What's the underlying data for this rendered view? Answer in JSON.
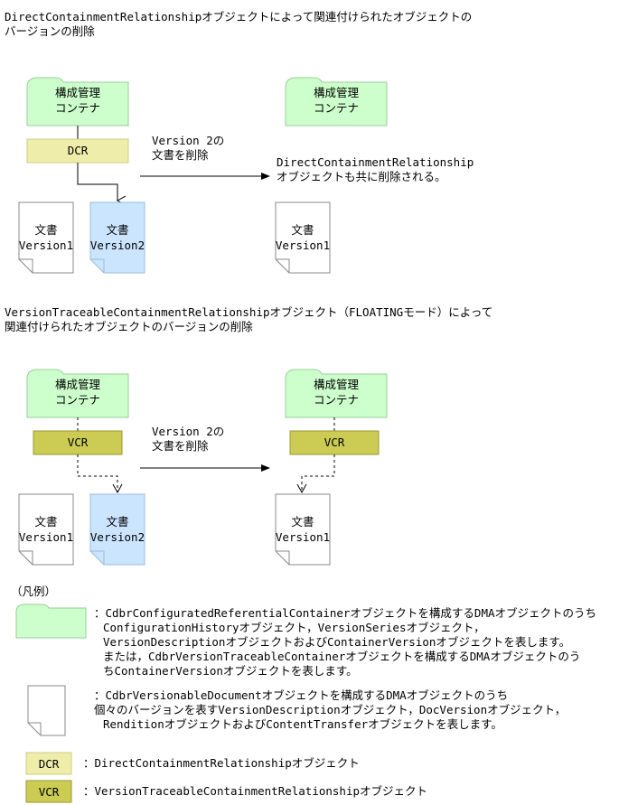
{
  "section1": {
    "heading_line1": "DirectContainmentRelationshipオブジェクトによって関連付けられたオブジェクトの",
    "heading_line2": "バージョンの削除",
    "container_line1": "構成管理",
    "container_line2": "コンテナ",
    "relationship_label": "DCR",
    "action_line1": "Version 2の",
    "action_line2": "文書を削除",
    "result_line1": "DirectContainmentRelationship",
    "result_line2": "オブジェクトも共に削除される。",
    "doc_title": "文書",
    "doc1_version": "Version1",
    "doc2_version": "Version2"
  },
  "section2": {
    "heading_line1": "VersionTraceableContainmentRelationshipオブジェクト（FLOATINGモード）によって",
    "heading_line2": "関連付けられたオブジェクトのバージョンの削除",
    "container_line1": "構成管理",
    "container_line2": "コンテナ",
    "relationship_label": "VCR",
    "action_line1": "Version 2の",
    "action_line2": "文書を削除",
    "doc_title": "文書",
    "doc1_version": "Version1",
    "doc2_version": "Version2"
  },
  "legend": {
    "title": "（凡例）",
    "container_desc": [
      "：CdbrConfiguratedReferentialContainerオブジェクトを構成するDMAオブジェクトのうち",
      "ConfigurationHistoryオブジェクト，VersionSeriesオブジェクト，",
      "VersionDescriptionオブジェクトおよびContainerVersionオブジェクトを表します。",
      "または，CdbrVersionTraceableContainerオブジェクトを構成するDMAオブジェクトのう",
      "ちContainerVersionオブジェクトを表します。"
    ],
    "doc_desc": [
      "：CdbrVersionableDocumentオブジェクトを構成するDMAオブジェクトのうち",
      "個々のバージョンを表すVersionDescriptionオブジェクト，DocVersionオブジェクト，",
      "RenditionオブジェクトおよびContentTransferオブジェクトを表します。"
    ],
    "dcr_label": "DCR",
    "dcr_desc": "：DirectContainmentRelationshipオブジェクト",
    "vcr_label": "VCR",
    "vcr_desc": "：VersionTraceableContainmentRelationshipオブジェクト"
  },
  "colors": {
    "container_fill": "#ccffcc",
    "doc_highlight_fill": "#cce5ff",
    "dcr_fill": "#eeeeaa",
    "vcr_fill": "#cccc55"
  }
}
